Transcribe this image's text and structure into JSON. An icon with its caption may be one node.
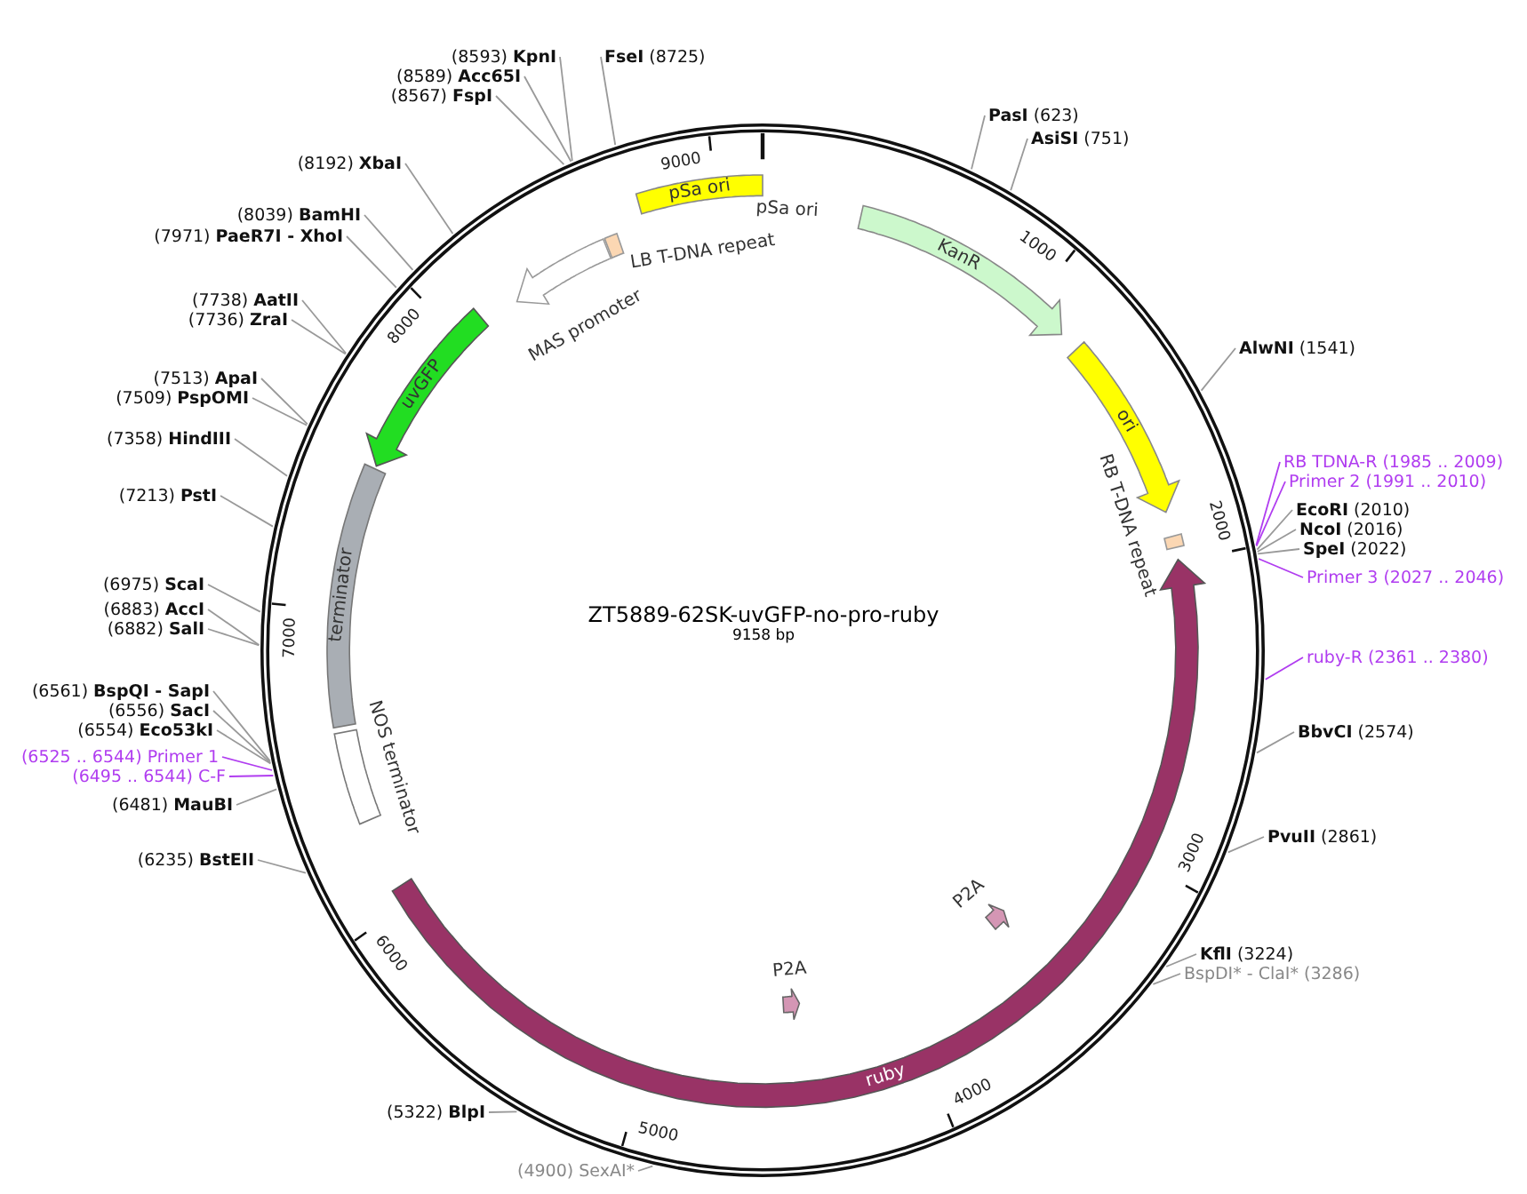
{
  "diagram": {
    "title": "ZT5889-62SK-uvGFP-no-pro-ruby",
    "nodes": [
      {
        "text": [],
        "shape": "circle"
      },
      {
        "text": [
          "pSa ori"
        ],
        "beside": [
          "pSa ori"
        ],
        "in": 0
      },
      {
        "text": [
          "LB T-DNA repeat"
        ],
        "in": 0
      },
      {
        "text": [
          "MAS promoter"
        ],
        "in": 0
      },
      {
        "text": [
          "KanR"
        ],
        "in": 0
      },
      {
        "text": [
          "ori"
        ],
        "in": 0
      },
      {
        "text": [
          "RB T-DNA repeat"
        ],
        "in": 0
      },
      {
        "text": [
          "ruby"
        ],
        "in": 0
      },
      {
        "text": [
          "P2A"
        ],
        "in": 0
      },
      {
        "text": [
          "P2A"
        ],
        "in": 0
      },
      {
        "text": [
          "NOS terminator"
        ],
        "in": 0
      },
      {
        "text": [
          "terminator"
        ],
        "in": 0
      },
      {
        "text": [
          "uvGFP"
        ],
        "in": 0
      },
      {
        "text": [
          "(8593) **KpnI**"
        ]
      },
      {
        "text": [
          "(8589) **Acc65I**"
        ]
      },
      {
        "text": [
          "(8567) **FspI**"
        ]
      },
      {
        "text": [
          "**FseI** (8725)"
        ]
      },
      {
        "text": [
          "**PasI** (623)"
        ]
      },
      {
        "text": [
          "**AsiSI** (751)"
        ]
      },
      {
        "text": [
          "(8192) **XbaI**"
        ]
      },
      {
        "text": [
          "(8039) **BamHI**"
        ]
      },
      {
        "text": [
          "(7971) **PaeR7I - XhoI**"
        ]
      },
      {
        "text": [
          "(7738) **AatII**"
        ]
      },
      {
        "text": [
          "(7736) **ZraI**"
        ]
      },
      {
        "text": [
          "**AlwNI** (1541)"
        ]
      },
      {
        "text": [
          "(7513) **ApaI**"
        ]
      },
      {
        "text": [
          "(7509) **PspOMI**"
        ]
      },
      {
        "text": [
          "(7358) **HindIII**"
        ]
      },
      {
        "text": [
          "RB TDNA-R (1985 .. 2009)"
        ]
      },
      {
        "text": [
          "Primer 2 (1991 .. 2010)"
        ]
      },
      {
        "text": [
          "(7213) **PstI**"
        ]
      },
      {
        "text": [
          "**EcoRI** (2010)"
        ]
      },
      {
        "text": [
          "**NcoI** (2016)"
        ]
      },
      {
        "text": [
          "**SpeI** (2022)"
        ]
      },
      {
        "text": [
          "Primer 3 (2027 .. 2046)"
        ]
      },
      {
        "text": [
          "(6975) **ScaI**"
        ]
      },
      {
        "text": [
          "(6883) **AccI**"
        ]
      },
      {
        "text": [
          "(6882) **SalI**"
        ]
      },
      {
        "text": [
          "ruby-R (2361 .. 2380)"
        ]
      },
      {
        "text": [
          "(6561) **BspQI - SapI**"
        ]
      },
      {
        "text": [
          "(6556) **SacI**"
        ]
      },
      {
        "text": [
          "(6554) **Eco53kI**"
        ]
      },
      {
        "text": [
          "**BbvCI** (2574)"
        ]
      },
      {
        "text": [
          "(6525 .. 6544) Primer 1"
        ]
      },
      {
        "text": [
          "(6495 .. 6544) C-F"
        ]
      },
      {
        "text": [
          "(6481) **MauBI**"
        ]
      },
      {
        "text": [
          "**PvuII** (2861)"
        ]
      },
      {
        "text": [
          "(6235) **BstEII**"
        ]
      },
      {
        "text": [
          "**KflI** (3224)"
        ]
      },
      {
        "text": [
          "BspDI* - ClaI* (3286)"
        ]
      },
      {
        "text": [
          "(5322) **BlpI**"
        ]
      },
      {
        "text": [
          "(4900) SexAI*"
        ]
      }
    ],
    "edges": [
      {
        "from": 13,
        "to": 0,
        "arrow": "none"
      },
      {
        "from": 14,
        "to": 0,
        "arrow": "none"
      },
      {
        "from": 15,
        "to": 0,
        "arrow": "none"
      },
      {
        "from": 16,
        "to": 0,
        "arrow": "none"
      },
      {
        "from": 17,
        "to": 0,
        "arrow": "none"
      },
      {
        "from": 18,
        "to": 0,
        "arrow": "none"
      },
      {
        "from": 19,
        "to": 0,
        "arrow": "none"
      },
      {
        "from": 20,
        "to": 0,
        "arrow": "none"
      },
      {
        "from": 21,
        "to": 0,
        "arrow": "none"
      },
      {
        "from": 22,
        "to": 0,
        "arrow": "none"
      },
      {
        "from": 23,
        "to": 0,
        "arrow": "none"
      },
      {
        "from": 24,
        "to": 0,
        "arrow": "none"
      },
      {
        "from": 25,
        "to": 0,
        "arrow": "none"
      },
      {
        "from": 26,
        "to": 0,
        "arrow": "none"
      },
      {
        "from": 27,
        "to": 0,
        "arrow": "none"
      },
      {
        "from": 28,
        "to": 0,
        "arrow": "none",
        "color": "#b03cf0"
      },
      {
        "from": 29,
        "to": 0,
        "arrow": "none",
        "color": "#b03cf0"
      },
      {
        "from": 30,
        "to": 0,
        "arrow": "none"
      },
      {
        "from": 31,
        "to": 0,
        "arrow": "none"
      },
      {
        "from": 32,
        "to": 0,
        "arrow": "none"
      },
      {
        "from": 33,
        "to": 0,
        "arrow": "none"
      },
      {
        "from": 34,
        "to": 0,
        "arrow": "none",
        "color": "#b03cf0"
      },
      {
        "from": 35,
        "to": 0,
        "arrow": "none"
      },
      {
        "from": 36,
        "to": 0,
        "arrow": "none"
      },
      {
        "from": 37,
        "to": 0,
        "arrow": "none"
      },
      {
        "from": 38,
        "to": 0,
        "arrow": "none",
        "color": "#b03cf0"
      },
      {
        "from": 39,
        "to": 0,
        "arrow": "none"
      },
      {
        "from": 40,
        "to": 0,
        "arrow": "none"
      },
      {
        "from": 41,
        "to": 0,
        "arrow": "none"
      },
      {
        "from": 42,
        "to": 0,
        "arrow": "none"
      },
      {
        "from": 43,
        "to": 0,
        "arrow": "none",
        "color": "#b03cf0"
      },
      {
        "from": 44,
        "to": 0,
        "arrow": "none",
        "color": "#b03cf0"
      },
      {
        "from": 45,
        "to": 0,
        "arrow": "none"
      },
      {
        "from": 46,
        "to": 0,
        "arrow": "none"
      },
      {
        "from": 47,
        "to": 0,
        "arrow": "none"
      },
      {
        "from": 48,
        "to": 0,
        "arrow": "none"
      },
      {
        "from": 49,
        "to": 0,
        "arrow": "none"
      },
      {
        "from": 50,
        "to": 0,
        "arrow": "none"
      },
      {
        "from": 51,
        "to": 0,
        "arrow": "none"
      }
    ],
    "labels": [
      "9158 bp",
      "1000",
      "2000",
      "3000",
      "4000",
      "5000",
      "6000",
      "7000",
      "8000",
      "9000"
    ]
  }
}
